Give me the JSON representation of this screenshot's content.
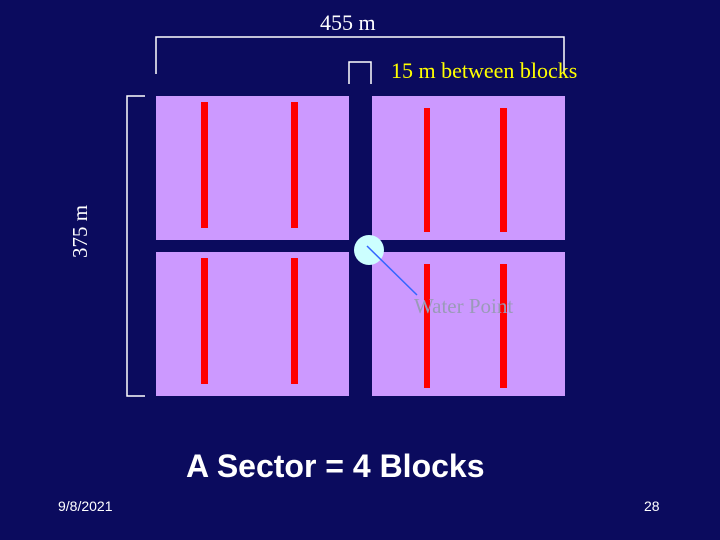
{
  "colors": {
    "background": "#0b0b5e",
    "block_fill": "#cc99ff",
    "planting_row": "#ff0000",
    "water_point": "#ccffff",
    "pointer_line": "#3366ff",
    "dimension_line": "#ffffff",
    "gap_label": "#ffff00",
    "water_label": "#9a9ab8"
  },
  "labels": {
    "width": "455 m",
    "gap": "15 m between blocks",
    "height": "375 m",
    "water_point": "Water Point",
    "title": "A  Sector = 4 Blocks"
  },
  "footer": {
    "date": "9/8/2021",
    "page": "28"
  },
  "blocks": [
    {
      "name": "block-top-left",
      "rows": 2
    },
    {
      "name": "block-top-right",
      "rows": 2
    },
    {
      "name": "block-bottom-left",
      "rows": 2
    },
    {
      "name": "block-bottom-right",
      "rows": 2
    }
  ],
  "icons": [
    "water-point-icon"
  ]
}
